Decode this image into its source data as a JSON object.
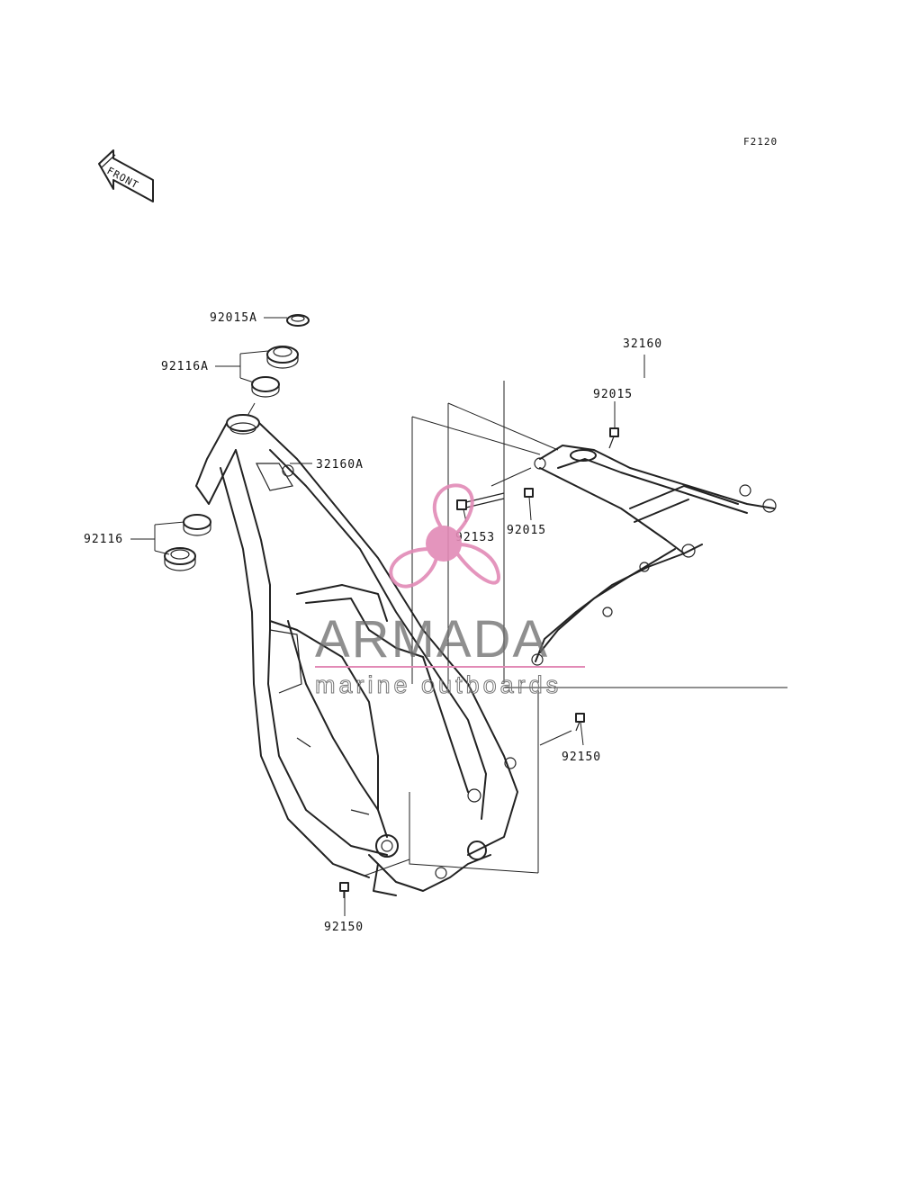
{
  "diagram_code": "F2120",
  "front_arrow_text": "FRONT",
  "watermark": {
    "title": "ARMADA",
    "subtitle": "marine outboards",
    "logo_color": "#e28ab6",
    "text_color": "#6a6a6a"
  },
  "labels": {
    "p92015A": "92015A",
    "p92116A": "92116A",
    "p32160A": "32160A",
    "p92116": "92116",
    "p32160": "32160",
    "p92015_top": "92015",
    "p92153": "92153",
    "p92015_mid": "92015",
    "p92150_right": "92150",
    "p92150_bottom": "92150"
  }
}
